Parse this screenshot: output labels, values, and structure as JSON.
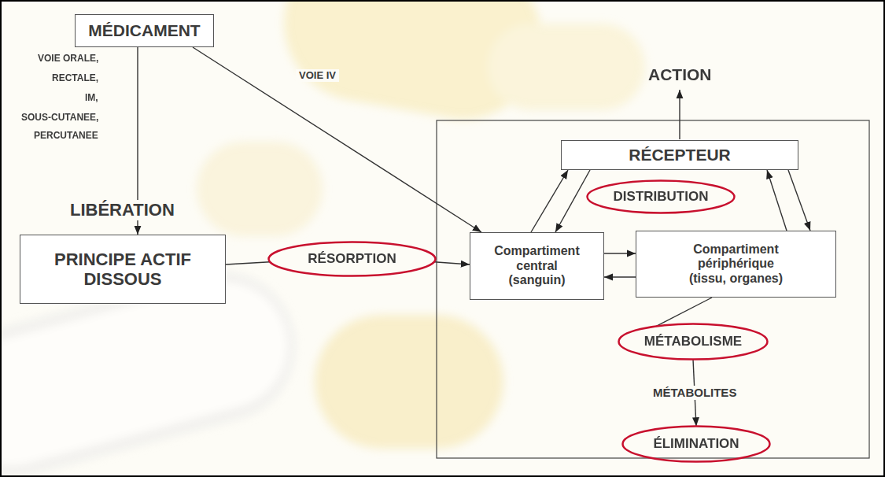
{
  "diagram": {
    "nodes": [
      {
        "text": [
          "MÉDICAMENT"
        ]
      },
      {
        "text": [
          "PRINCIPE ACTIF DISSOUS"
        ]
      },
      {
        "text": [
          "RÉSORPTION"
        ]
      },
      {
        "text": [
          "RÉCEPTEUR"
        ]
      },
      {
        "text": [
          "DISTRIBUTION"
        ]
      },
      {
        "text": [
          "Compartiment central (sanguin)"
        ]
      },
      {
        "text": [
          "Compartiment périphérique (tissu, organes)"
        ]
      },
      {
        "text": [
          "MÉTABOLISME"
        ]
      },
      {
        "text": [
          "ÉLIMINATION"
        ]
      }
    ],
    "edges": [
      {
        "from": 0,
        "to": 1,
        "label": "LIBÉRATION",
        "arrow": "to"
      },
      {
        "from": 0,
        "to": 5,
        "label": "VOIE IV",
        "arrow": "to"
      },
      {
        "from": 1,
        "to": 2,
        "arrow": "none"
      },
      {
        "from": 2,
        "to": 5,
        "arrow": "to"
      },
      {
        "from": 5,
        "to": 3,
        "arrow": "to"
      },
      {
        "from": 3,
        "to": 5,
        "arrow": "to"
      },
      {
        "from": 6,
        "to": 3,
        "arrow": "to"
      },
      {
        "from": 3,
        "to": 6,
        "arrow": "to"
      },
      {
        "from": 5,
        "to": 6,
        "arrow": "to"
      },
      {
        "from": 6,
        "to": 5,
        "arrow": "to"
      },
      {
        "from": 6,
        "to": 7,
        "arrow": "none"
      },
      {
        "from": 7,
        "to": 8,
        "label": "MÉTABOLITES",
        "arrow": "to"
      }
    ],
    "labels": [
      "VOIE ORALE,",
      "RECTALE,",
      "IM,",
      "SOUS-CUTANEE,",
      "PERCUTANEE",
      "ACTION"
    ]
  }
}
